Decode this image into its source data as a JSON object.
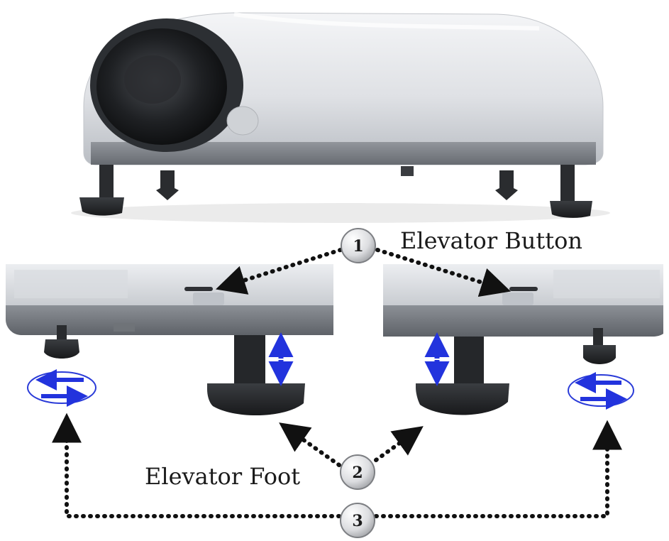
{
  "labels": {
    "elevator_button": "Elevator Button",
    "elevator_foot": "Elevator Foot"
  },
  "callouts": [
    {
      "number": "1"
    },
    {
      "number": "2"
    },
    {
      "number": "3"
    }
  ],
  "colors": {
    "arrow_blue": "#2233dd",
    "body_light": "#e9eaee",
    "body_shadow": "#9aa0a8",
    "foot_dark": "#2b2d30",
    "dotted_line": "#111111"
  }
}
